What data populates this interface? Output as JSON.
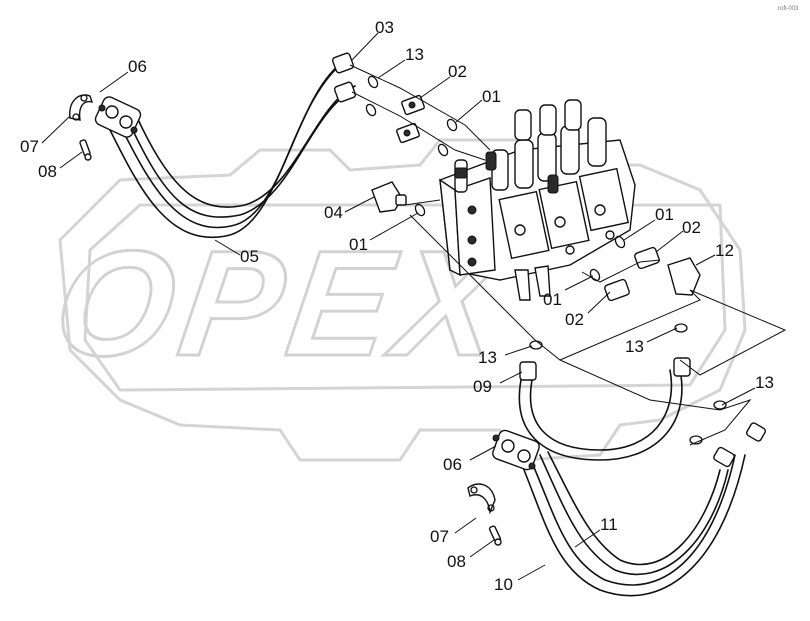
{
  "watermark": "OPEX",
  "corner_code": "rofl-003",
  "callouts": [
    {
      "id": "c03",
      "text": "03"
    },
    {
      "id": "c13a",
      "text": "13"
    },
    {
      "id": "c02a",
      "text": "02"
    },
    {
      "id": "c01a",
      "text": "01"
    },
    {
      "id": "c06a",
      "text": "06"
    },
    {
      "id": "c07a",
      "text": "07"
    },
    {
      "id": "c08a",
      "text": "08"
    },
    {
      "id": "c04",
      "text": "04"
    },
    {
      "id": "c01b",
      "text": "01"
    },
    {
      "id": "c05",
      "text": "05"
    },
    {
      "id": "c01c",
      "text": "01"
    },
    {
      "id": "c02b",
      "text": "02"
    },
    {
      "id": "c12",
      "text": "12"
    },
    {
      "id": "c01d",
      "text": "01"
    },
    {
      "id": "c02c",
      "text": "02"
    },
    {
      "id": "c13b",
      "text": "13"
    },
    {
      "id": "c13c",
      "text": "13"
    },
    {
      "id": "c09",
      "text": "09"
    },
    {
      "id": "c13d",
      "text": "13"
    },
    {
      "id": "c06b",
      "text": "06"
    },
    {
      "id": "c11",
      "text": "11"
    },
    {
      "id": "c07b",
      "text": "07"
    },
    {
      "id": "c08b",
      "text": "08"
    },
    {
      "id": "c10",
      "text": "10"
    }
  ]
}
